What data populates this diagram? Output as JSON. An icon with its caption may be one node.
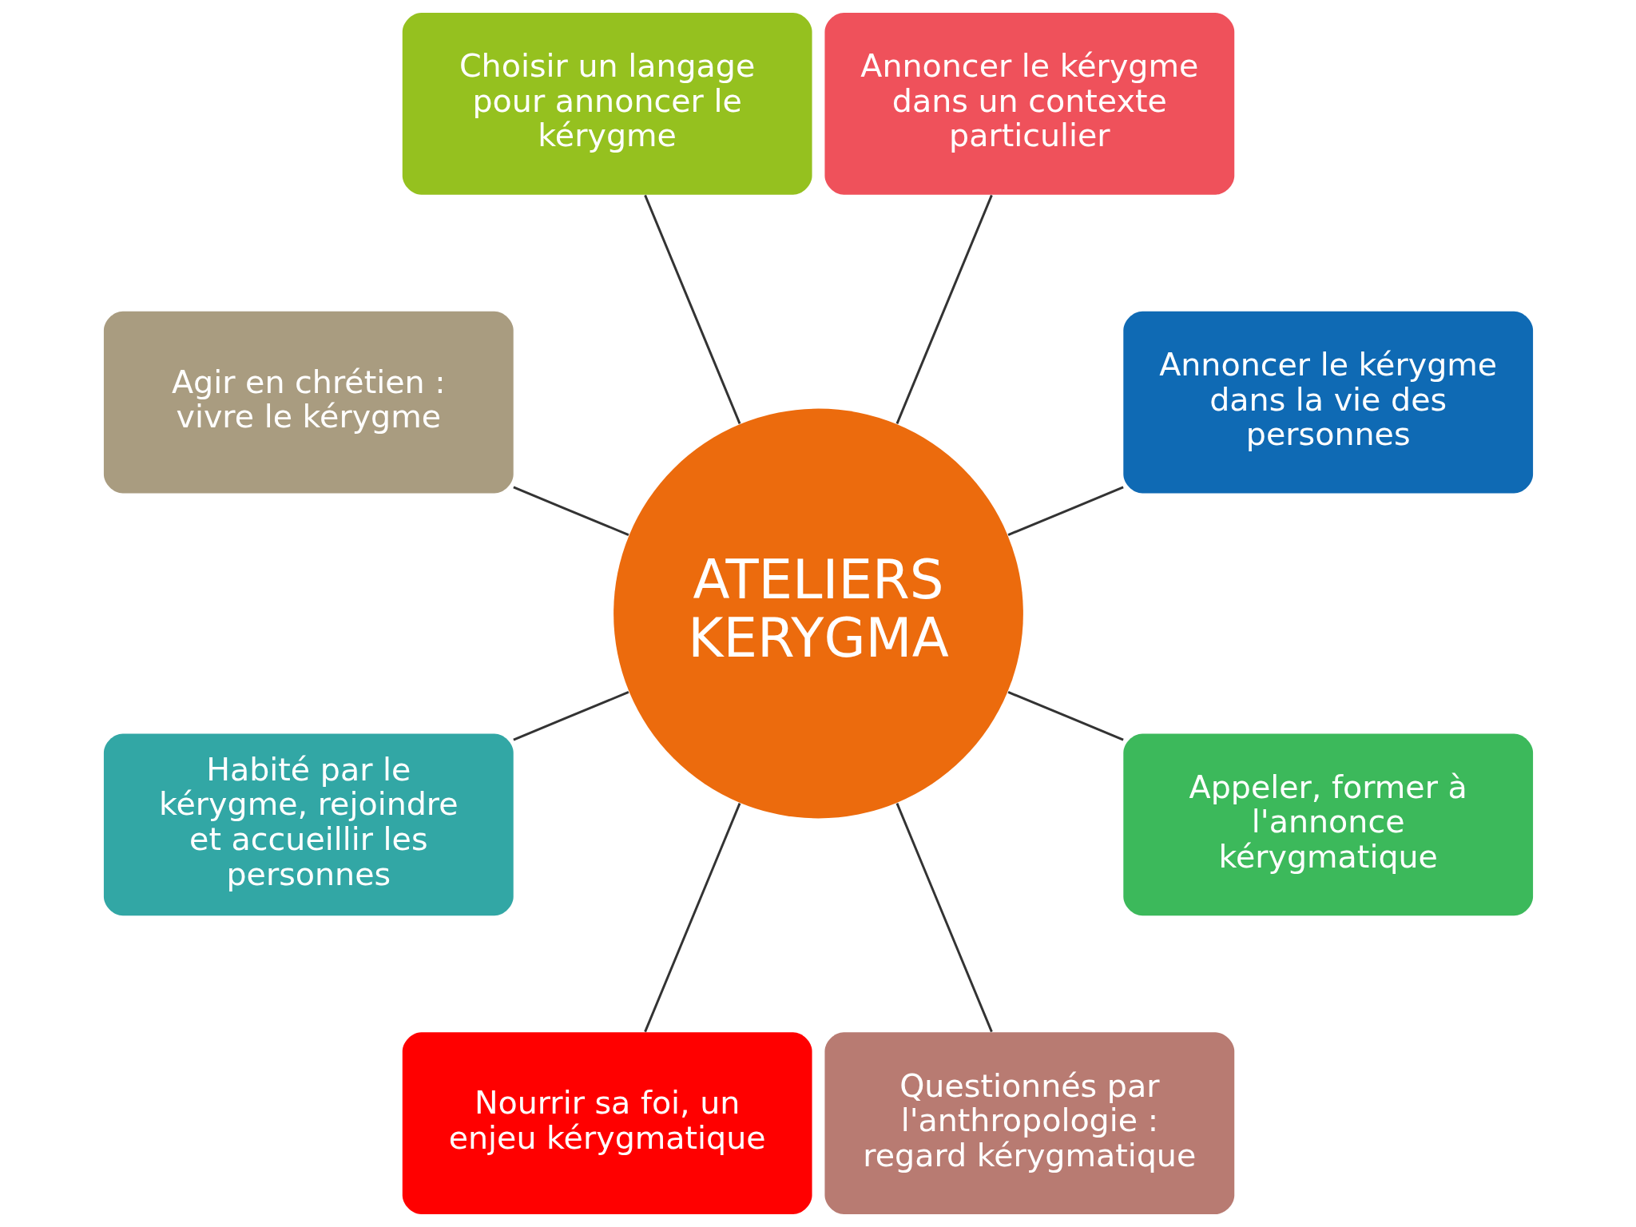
{
  "diagram": {
    "nodes": [
      {
        "text": [
          "ATELIERS KERYGMA"
        ]
      },
      {
        "text": [
          "Annoncer le kérygme dans la vie des personnes"
        ]
      },
      {
        "text": [
          "Annoncer le kérygme dans un contexte particulier"
        ]
      },
      {
        "text": [
          "Choisir un langage pour annoncer le kérygme"
        ]
      },
      {
        "text": [
          "Agir en chrétien : vivre le kérygme"
        ]
      },
      {
        "text": [
          "Habité par le kérygme, rejoindre et accueillir les personnes"
        ]
      },
      {
        "text": [
          "Nourrir sa foi, un enjeu kérygmatique"
        ]
      },
      {
        "text": [
          "Questionnés par l'anthropologie : regard kérygmatique"
        ]
      },
      {
        "text": [
          "Appeler, former à l'annonce kérygmatique"
        ]
      }
    ],
    "edges": [
      {
        "from": 0,
        "to": 1,
        "arrow": "none"
      },
      {
        "from": 0,
        "to": 2,
        "arrow": "none"
      },
      {
        "from": 0,
        "to": 3,
        "arrow": "none"
      },
      {
        "from": 0,
        "to": 4,
        "arrow": "none"
      },
      {
        "from": 0,
        "to": 5,
        "arrow": "none"
      },
      {
        "from": 0,
        "to": 6,
        "arrow": "none"
      },
      {
        "from": 0,
        "to": 7,
        "arrow": "none"
      },
      {
        "from": 0,
        "to": 8,
        "arrow": "none"
      }
    ]
  }
}
